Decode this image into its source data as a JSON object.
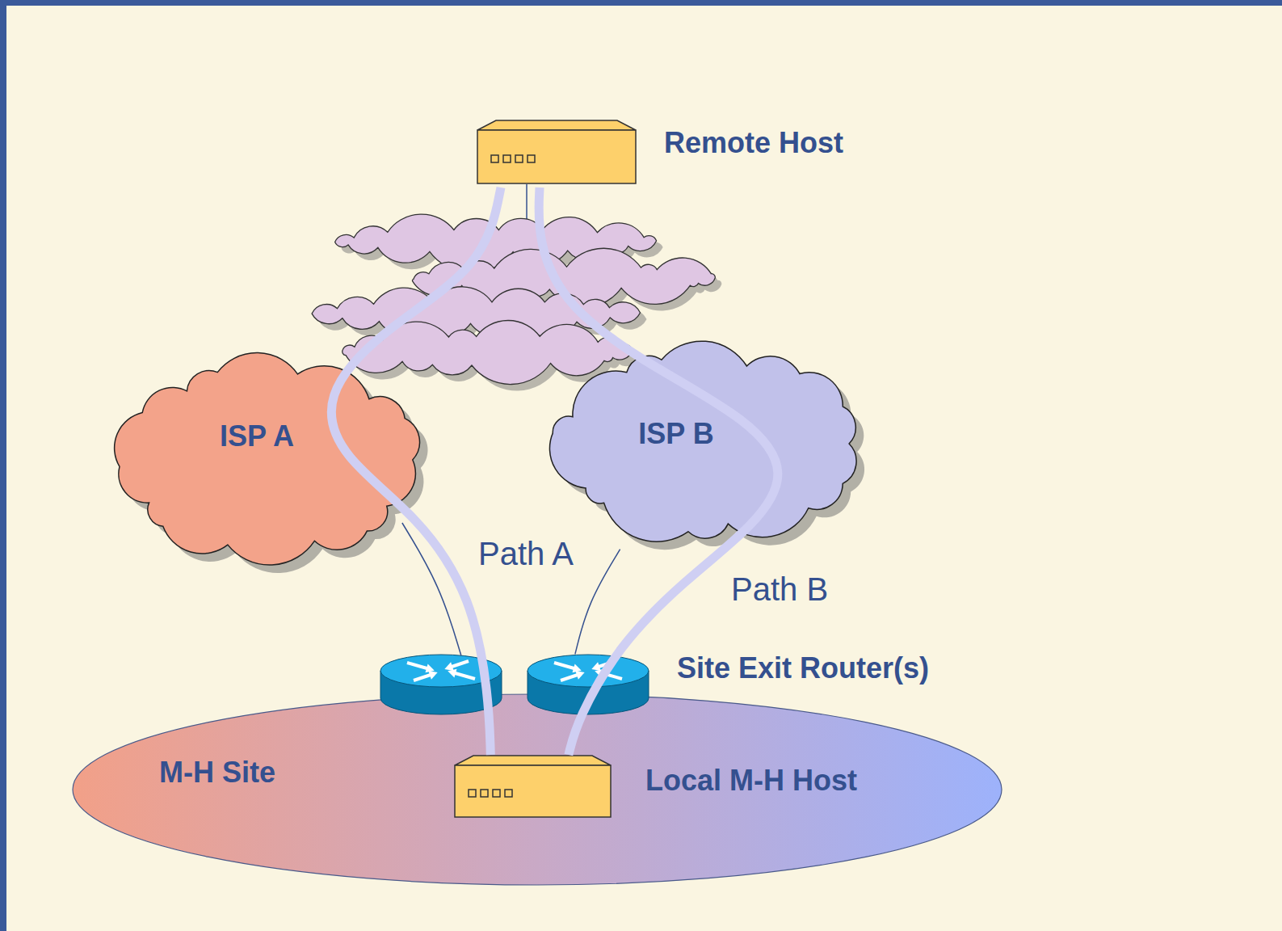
{
  "diagram": {
    "nodes": [
      {
        "text": [
          "Remote Host"
        ]
      },
      {
        "text": [
          "ISP A"
        ]
      },
      {
        "text": [
          "ISP B"
        ]
      },
      {
        "text": [
          "M-H Site"
        ]
      },
      {
        "text": [
          "Local M-H Host"
        ],
        "in": 3
      },
      {
        "text": [
          "Site Exit Router(s)"
        ]
      }
    ],
    "edges": [
      {
        "from": 1,
        "to": 5,
        "arrow": "none"
      },
      {
        "from": 2,
        "to": 5,
        "arrow": "none"
      },
      {
        "from": 0,
        "to": 4,
        "label": "Path A",
        "arrow": "none"
      },
      {
        "from": 0,
        "to": 4,
        "label": "Path B",
        "arrow": "none"
      }
    ]
  }
}
